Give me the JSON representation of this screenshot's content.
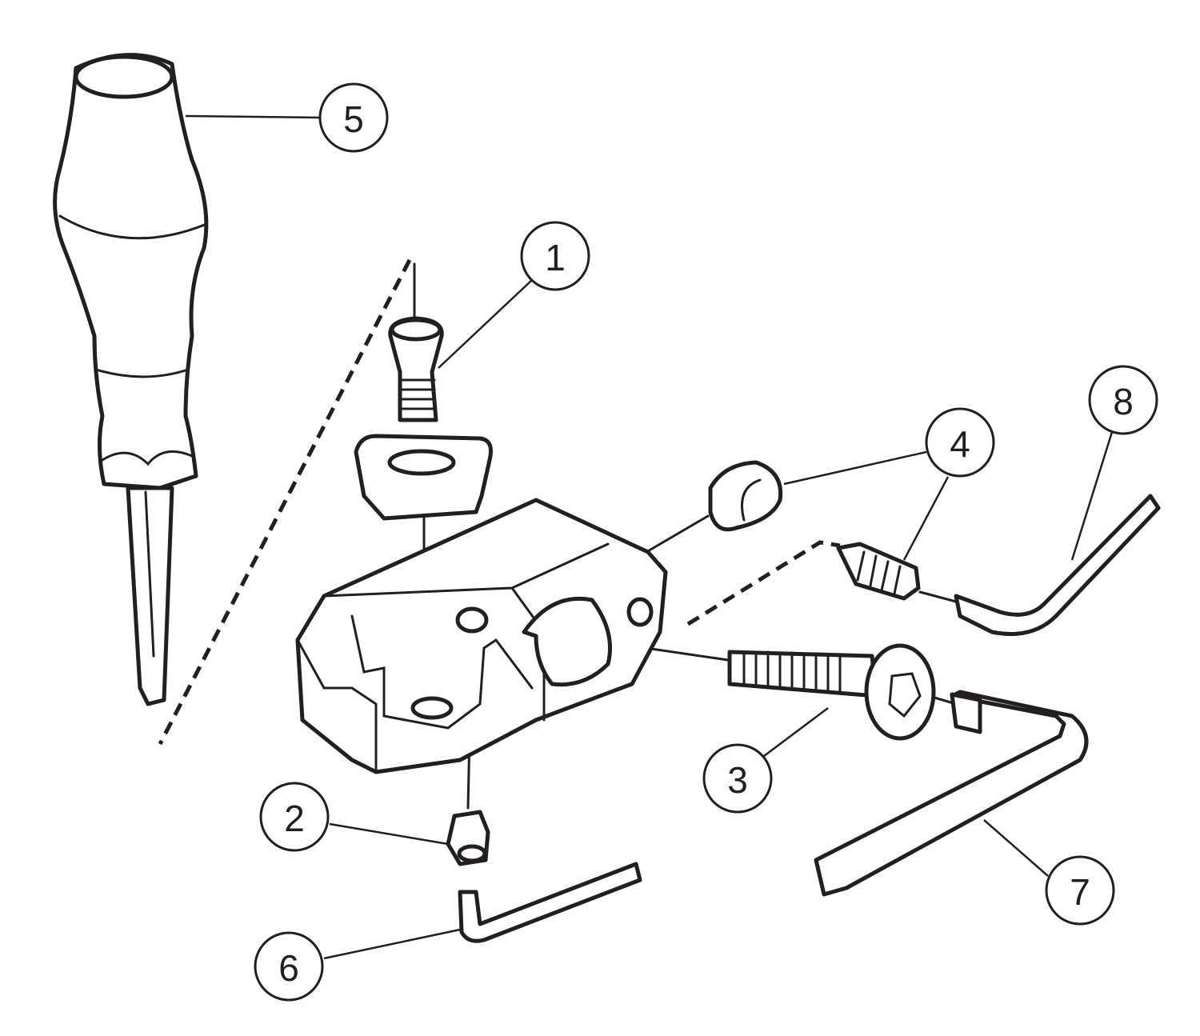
{
  "callouts": {
    "c1": "1",
    "c2": "2",
    "c3": "3",
    "c4a": "4",
    "c5": "5",
    "c6": "6",
    "c7": "7",
    "c8": "8"
  },
  "colors": {
    "ink": "#231f20",
    "background": "#ffffff"
  }
}
